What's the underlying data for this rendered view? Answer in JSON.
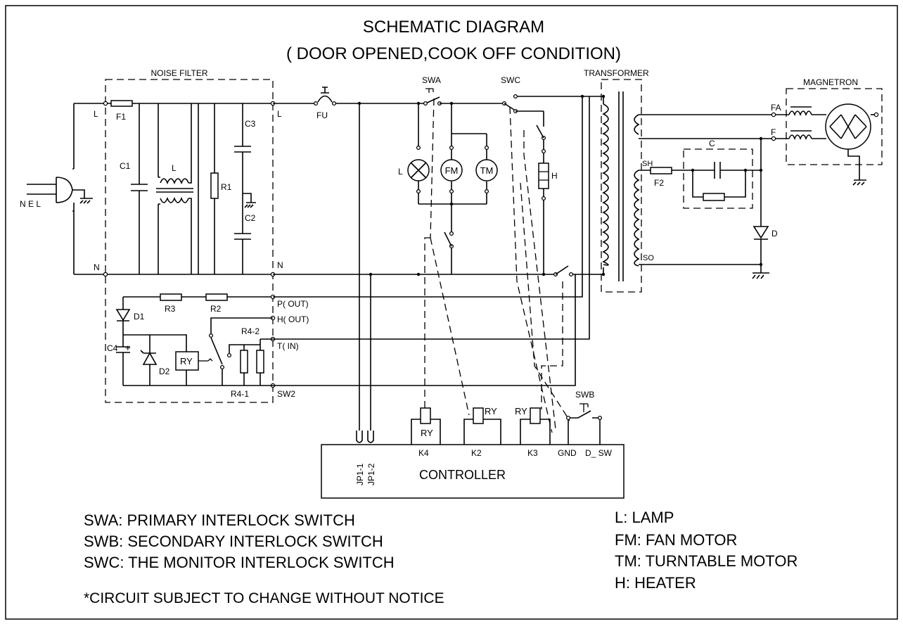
{
  "title": "SCHEMATIC DIAGRAM",
  "subtitle": "( DOOR OPENED,COOK OFF CONDITION)",
  "blocks": {
    "noise_filter": "NOISE FILTER",
    "transformer": "TRANSFORMER",
    "magnetron": "MAGNETRON",
    "controller": "CONTROLLER"
  },
  "plug_label": "N E L",
  "filter_labels": {
    "L_in": "L",
    "N_in": "N",
    "L_out": "L",
    "N_out": "N",
    "F1": "F1",
    "C1": "C1",
    "L": "L",
    "R1": "R1",
    "C3": "C3",
    "C2": "C2",
    "R3": "R3",
    "R2": "R2",
    "D1": "D1",
    "C4": "C4",
    "C4_plus": "+",
    "D2": "D2",
    "RY": "RY",
    "R4_2": "R4-2",
    "R4_1": "R4-1",
    "P_out": "P( OUT)",
    "H_out": "H( OUT)",
    "T_in": "T( IN)",
    "SW2": "SW2"
  },
  "main_labels": {
    "FU": "FU",
    "SWA": "SWA",
    "SWC": "SWC",
    "SWB": "SWB",
    "lamp": "L",
    "fan_motor": "FM",
    "turntable_motor": "TM",
    "heater": "H"
  },
  "hv_labels": {
    "FA": "FA",
    "F": "F",
    "SH": "SH",
    "SO": "SO",
    "F2": "F2",
    "C": "C",
    "D": "D"
  },
  "controller_pins": {
    "jp1_1": "JP1-1",
    "jp1_2": "JP1-2",
    "K4": "K4",
    "K2": "K2",
    "K3": "K3",
    "GND": "GND",
    "D_SW": "D_ SW",
    "relay": "RY"
  },
  "legend_left": [
    "SWA: PRIMARY INTERLOCK SWITCH",
    "SWB: SECONDARY INTERLOCK SWITCH",
    "SWC: THE MONITOR INTERLOCK SWITCH"
  ],
  "legend_right": [
    "L: LAMP",
    "FM: FAN MOTOR",
    "TM: TURNTABLE MOTOR",
    "H: HEATER"
  ],
  "note": "*CIRCUIT SUBJECT TO CHANGE WITHOUT NOTICE"
}
